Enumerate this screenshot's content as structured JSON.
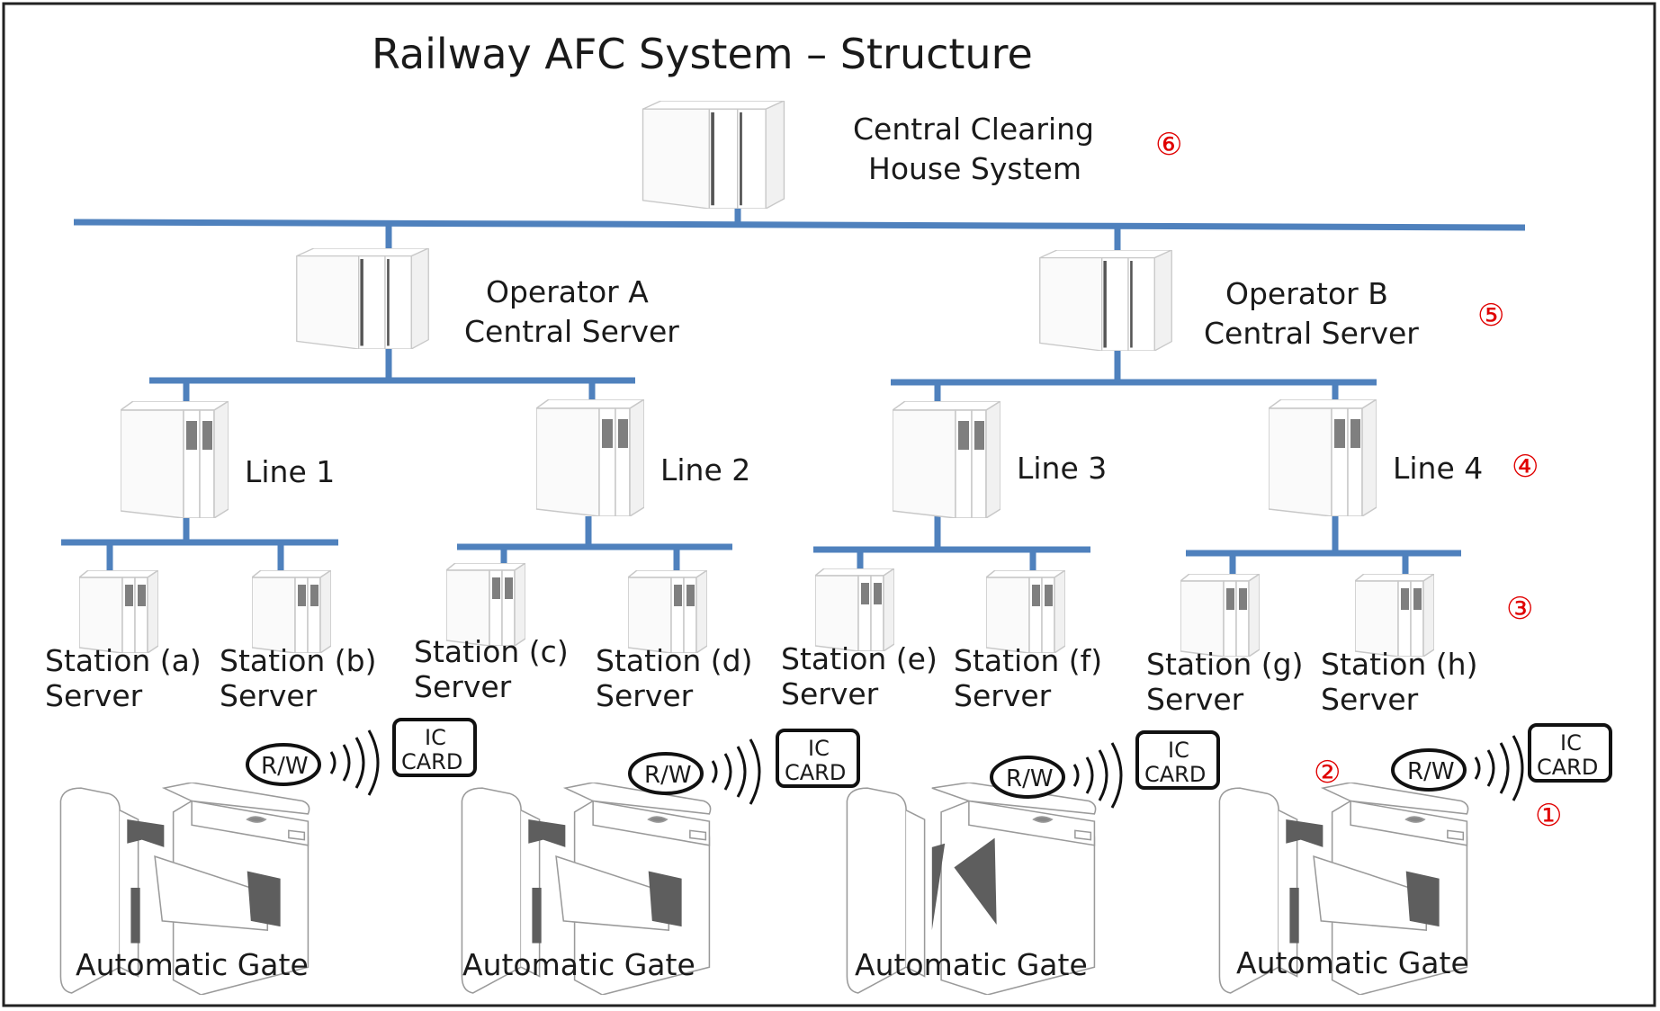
{
  "title": "Railway AFC System – Structure",
  "clearing_house": {
    "line1": "Central Clearing",
    "line2": "House System",
    "badge": "⑥"
  },
  "operators": [
    {
      "line1": "Operator A",
      "line2": "Central Server"
    },
    {
      "line1": "Operator B",
      "line2": "Central Server",
      "badge": "⑤"
    }
  ],
  "lines": [
    {
      "label": "Line 1"
    },
    {
      "label": "Line 2"
    },
    {
      "label": "Line 3"
    },
    {
      "label": "Line 4",
      "badge": "④"
    }
  ],
  "station_badge": "③",
  "stations": [
    {
      "line1": "Station (a)",
      "line2": "Server"
    },
    {
      "line1": "Station (b)",
      "line2": "Server"
    },
    {
      "line1": "Station (c)",
      "line2": "Server"
    },
    {
      "line1": "Station (d)",
      "line2": "Server"
    },
    {
      "line1": "Station (e)",
      "line2": "Server"
    },
    {
      "line1": "Station (f)",
      "line2": "Server"
    },
    {
      "line1": "Station (g)",
      "line2": "Server"
    },
    {
      "line1": "Station (h)",
      "line2": "Server"
    }
  ],
  "gates": [
    {
      "label": "Automatic Gate",
      "reader": "R/W",
      "card_line1": "IC",
      "card_line2": "CARD"
    },
    {
      "label": "Automatic Gate",
      "reader": "R/W",
      "card_line1": "IC",
      "card_line2": "CARD"
    },
    {
      "label": "Automatic Gate",
      "reader": "R/W",
      "card_line1": "IC",
      "card_line2": "CARD"
    },
    {
      "label": "Automatic Gate",
      "reader": "R/W",
      "card_line1": "IC",
      "card_line2": "CARD",
      "reader_badge": "②",
      "card_badge": "①"
    }
  ],
  "colors": {
    "bus": "#4f81bd",
    "badge": "#e00000",
    "border": "#222222",
    "device_fill": "#f8f8f8",
    "device_stroke": "#c8c8c8"
  }
}
